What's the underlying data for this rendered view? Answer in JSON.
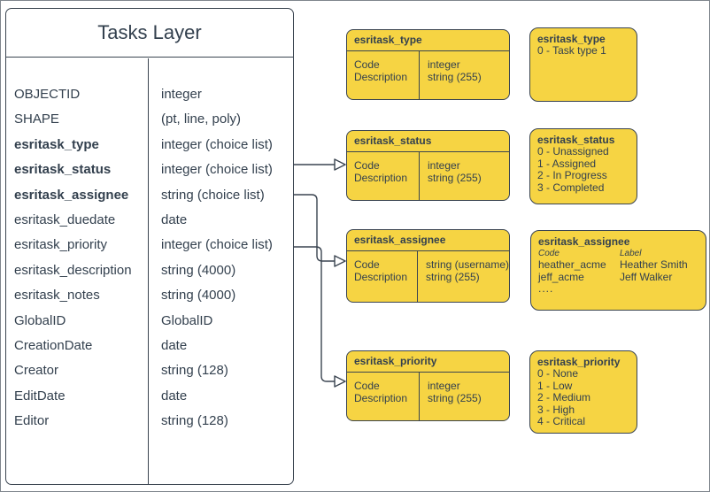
{
  "colors": {
    "shape_fill": "#f6d443",
    "stroke": "#3a4450",
    "text": "#33404e",
    "canvas_border": "#7f858d"
  },
  "tasks_layer": {
    "title": "Tasks Layer",
    "fields": [
      {
        "name": "OBJECTID",
        "type": "integer"
      },
      {
        "name": "SHAPE",
        "type": "(pt, line, poly)"
      },
      {
        "name": "esritask_type",
        "type": "integer (choice list)"
      },
      {
        "name": "esritask_status",
        "type": "integer (choice list)"
      },
      {
        "name": "esritask_assignee",
        "type": "string (choice list)"
      },
      {
        "name": "esritask_duedate",
        "type": "date"
      },
      {
        "name": "esritask_priority",
        "type": "integer (choice list)"
      },
      {
        "name": "esritask_description",
        "type": "string (4000)"
      },
      {
        "name": "esritask_notes",
        "type": "string (4000)"
      },
      {
        "name": "GlobalID",
        "type": "GlobalID"
      },
      {
        "name": "CreationDate",
        "type": "date"
      },
      {
        "name": "Creator",
        "type": "string (128)"
      },
      {
        "name": "EditDate",
        "type": "date"
      },
      {
        "name": "Editor",
        "type": "string (128)"
      }
    ]
  },
  "schema_tables": [
    {
      "title": "esritask_type",
      "rows": [
        {
          "field": "Code",
          "type": "integer"
        },
        {
          "field": "Description",
          "type": "string (255)"
        }
      ]
    },
    {
      "title": "esritask_status",
      "rows": [
        {
          "field": "Code",
          "type": "integer"
        },
        {
          "field": "Description",
          "type": "string (255)"
        }
      ]
    },
    {
      "title": "esritask_assignee",
      "rows": [
        {
          "field": "Code",
          "type": "string (username)"
        },
        {
          "field": "Description",
          "type": "string (255)"
        }
      ]
    },
    {
      "title": "esritask_priority",
      "rows": [
        {
          "field": "Code",
          "type": "integer"
        },
        {
          "field": "Description",
          "type": "string (255)"
        }
      ]
    }
  ],
  "domain_boxes": [
    {
      "title": "esritask_type",
      "lines": [
        "0 - Task type 1"
      ]
    },
    {
      "title": "esritask_status",
      "lines": [
        "0 - Unassigned",
        "1 - Assigned",
        "2 - In Progress",
        "3 - Completed"
      ]
    },
    {
      "title": "esritask_assignee",
      "col_headers": [
        "Code",
        "Label"
      ],
      "rows": [
        {
          "code": "heather_acme",
          "label": "Heather Smith"
        },
        {
          "code": "jeff_acme",
          "label": "Jeff Walker"
        }
      ],
      "more": "...."
    },
    {
      "title": "esritask_priority",
      "lines": [
        "0 - None",
        "1 - Low",
        "2 - Medium",
        "3 - High",
        "4 - Critical"
      ]
    }
  ]
}
